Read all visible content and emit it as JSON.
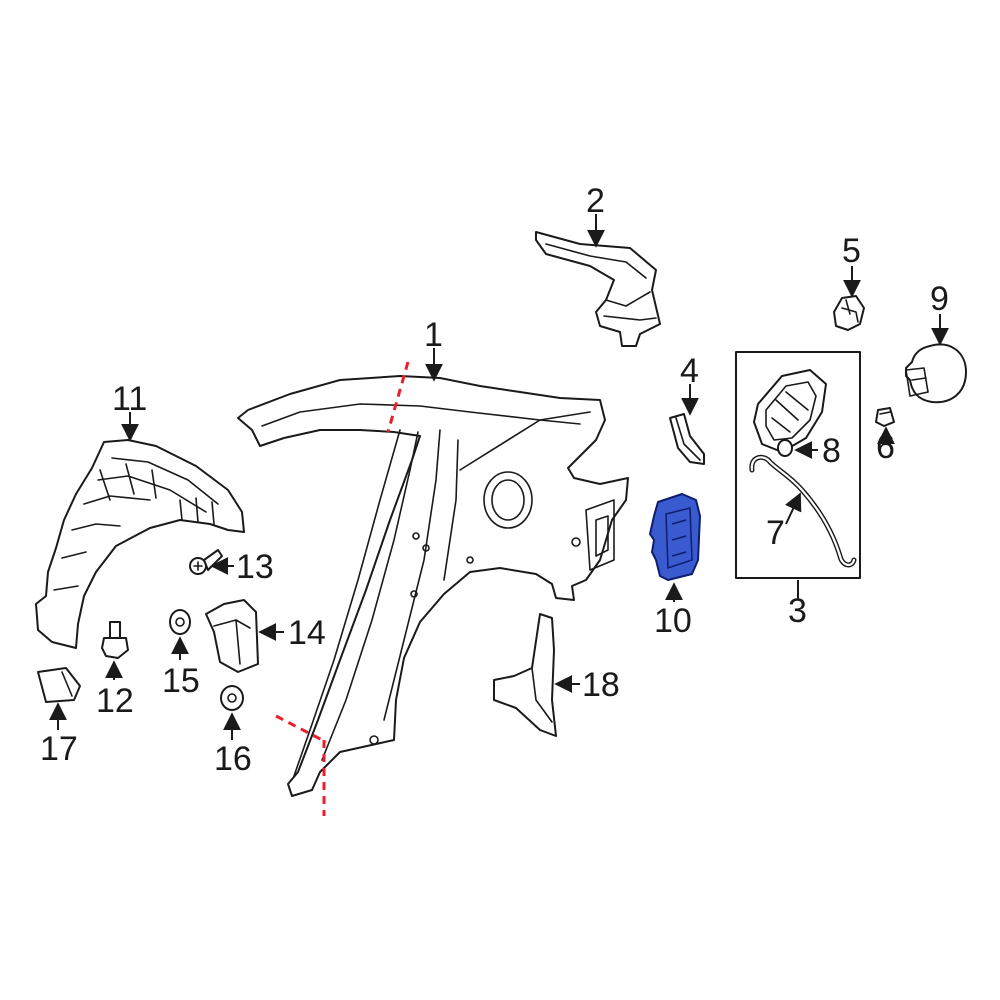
{
  "callouts": [
    "1",
    "2",
    "3",
    "4",
    "5",
    "6",
    "7",
    "8",
    "9",
    "10",
    "11",
    "12",
    "13",
    "14",
    "15",
    "16",
    "17",
    "18"
  ],
  "highlight_color": "#3a5bd0",
  "cut_line_color": "#e8202a",
  "highlighted_part": "10"
}
